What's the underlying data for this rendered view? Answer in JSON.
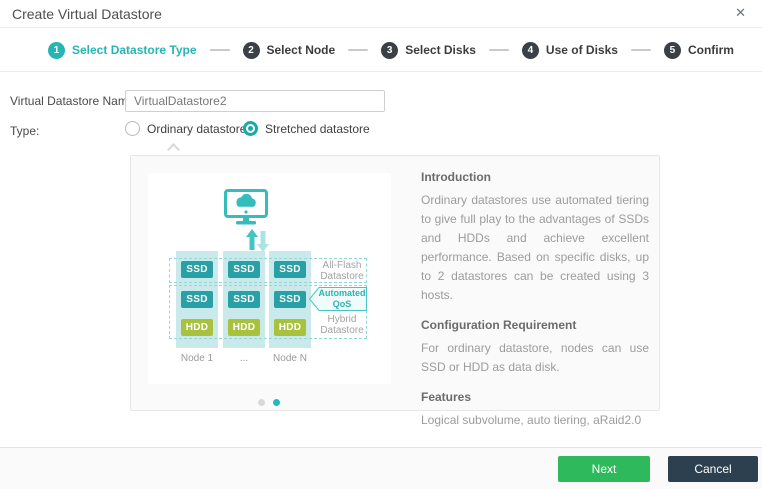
{
  "dialog": {
    "title": "Create Virtual Datastore",
    "close_glyph": "✕"
  },
  "stepper": {
    "steps": [
      {
        "number": "1",
        "label": "Select Datastore Type",
        "active": true
      },
      {
        "number": "2",
        "label": "Select Node",
        "active": false
      },
      {
        "number": "3",
        "label": "Select Disks",
        "active": false
      },
      {
        "number": "4",
        "label": "Use of Disks",
        "active": false
      },
      {
        "number": "5",
        "label": "Confirm",
        "active": false
      }
    ]
  },
  "form": {
    "name_label": "Virtual Datastore Name:",
    "name_value": "VirtualDatastore2",
    "type_label": "Type:",
    "type_options": [
      {
        "label": "Ordinary datastore",
        "selected": false
      },
      {
        "label": "Stretched datastore",
        "selected": true
      }
    ]
  },
  "diagram": {
    "ssd_label": "SSD",
    "hdd_label": "HDD",
    "all_flash_line1": "All-Flash",
    "all_flash_line2": "Datastore",
    "qos_line1": "Automated",
    "qos_line2": "QoS",
    "hybrid_line1": "Hybrid",
    "hybrid_line2": "Datastore",
    "node_labels": [
      "Node 1",
      "...",
      "Node N"
    ]
  },
  "info": {
    "sections": [
      {
        "heading": "Introduction",
        "body": "Ordinary datastores use automated tiering to give full play to the advantages of SSDs and HDDs and achieve excellent performance. Based on specific disks, up to 2 datastores can be created using 3 hosts."
      },
      {
        "heading": "Configuration Requirement",
        "body": "For ordinary datastore, nodes can use SSD or HDD as data disk."
      },
      {
        "heading": "Features",
        "body": "Logical subvolume, auto tiering, aRaid2.0"
      }
    ]
  },
  "carousel": {
    "dot_count": 2,
    "active_dot_index": 1
  },
  "footer": {
    "next_label": "Next",
    "cancel_label": "Cancel"
  },
  "colors": {
    "accent_teal": "#26b5b5",
    "step_inactive_circle": "#3a4045",
    "ssd_box": "#28a0a5",
    "hdd_box": "#a9c23e",
    "node_column_bg": "#c9e9eb",
    "dashed_border": "#8fd9d9",
    "next_button": "#2eb95c",
    "cancel_button": "#2d4050",
    "active_dot": "#25b7bf"
  }
}
